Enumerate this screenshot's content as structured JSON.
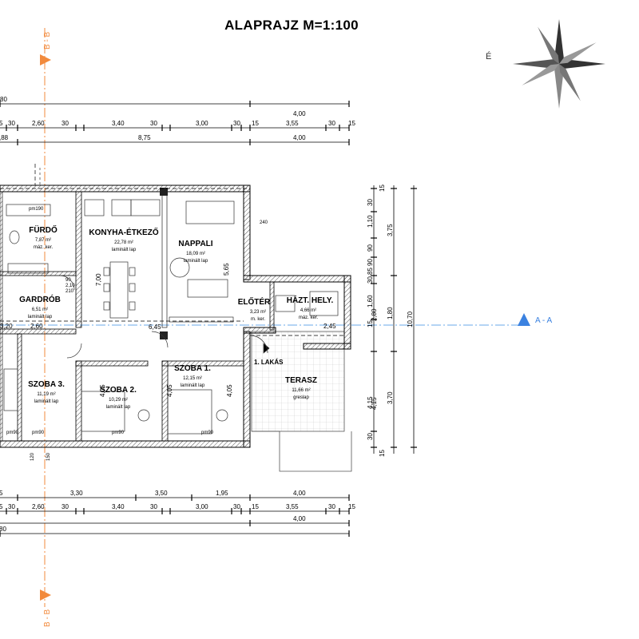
{
  "title": "ALAPRAJZ M=1:100",
  "compass_label": "É",
  "section_marks": {
    "bb": "B - B",
    "aa": "A - A"
  },
  "rooms": [
    {
      "id": "furdo",
      "name": "FÜRDŐ",
      "area": "7,87 m²",
      "floor": "máz. ker."
    },
    {
      "id": "konyha",
      "name": "KONYHA-ÉTKEZŐ",
      "area": "22,78 m²",
      "floor": "laminált lap"
    },
    {
      "id": "nappali",
      "name": "NAPPALI",
      "area": "18,09 m²",
      "floor": "laminált lap"
    },
    {
      "id": "gardrob",
      "name": "GARDRÓB",
      "area": "6,51 m²",
      "floor": "laminált lap"
    },
    {
      "id": "eloter",
      "name": "ELŐTÉR",
      "area": "3,23 m²",
      "floor": "m. ker."
    },
    {
      "id": "haztvezely",
      "name": "HÁZT. HELY.",
      "area": "4,66 m²",
      "floor": "máz. ker."
    },
    {
      "id": "szoba3",
      "name": "SZOBA 3.",
      "area": "11,19 m²",
      "floor": "laminált lap"
    },
    {
      "id": "szoba2",
      "name": "SZOBA 2.",
      "area": "10,29 m²",
      "floor": "laminált lap"
    },
    {
      "id": "szoba1",
      "name": "SZOBA 1.",
      "area": "12,15 m²",
      "floor": "laminált lap"
    },
    {
      "id": "terasz",
      "name": "TERASZ",
      "area": "11,66 m²",
      "floor": "greslap"
    }
  ],
  "entrance_label": "1. LAKÁS",
  "top_dims": {
    "row1": [
      "80",
      "4,00"
    ],
    "row2": [
      "5",
      "30",
      "2,60",
      "30",
      "3,40",
      "30",
      "3,00",
      "30",
      "15",
      "3,55",
      "30",
      "15"
    ],
    "row3": [
      ",88",
      "8,75",
      "4,00"
    ]
  },
  "bottom_dims": {
    "row1": [
      "5",
      "3,30",
      "3,50",
      "1,95",
      "4,00"
    ],
    "row2": [
      "5",
      "30",
      "2,60",
      "30",
      "3,40",
      "30",
      "3,00",
      "30",
      "15",
      "3,55",
      "30",
      "15"
    ],
    "row3": [
      "4,00"
    ],
    "row4": [
      "80"
    ]
  },
  "right_dims": {
    "col1": [
      "15",
      "30",
      "1,10",
      "90",
      "90",
      "85",
      "30",
      "1,60",
      "15",
      "4,15",
      "30",
      "15"
    ],
    "col2": [
      "3,75",
      "1,80",
      "3,70"
    ],
    "col3": [
      "10,70"
    ],
    "col4": [
      "2,80",
      "4,15"
    ]
  },
  "misc_labels": [
    "pm190",
    "pm90",
    "pm90",
    "pm90",
    "pm90",
    "6,45",
    "7,00",
    "5,65",
    "4,05",
    "4,05",
    "4,05",
    "2,60",
    "3,20",
    "2,45",
    "2,10",
    "210",
    "90",
    "120",
    "150",
    "240"
  ]
}
